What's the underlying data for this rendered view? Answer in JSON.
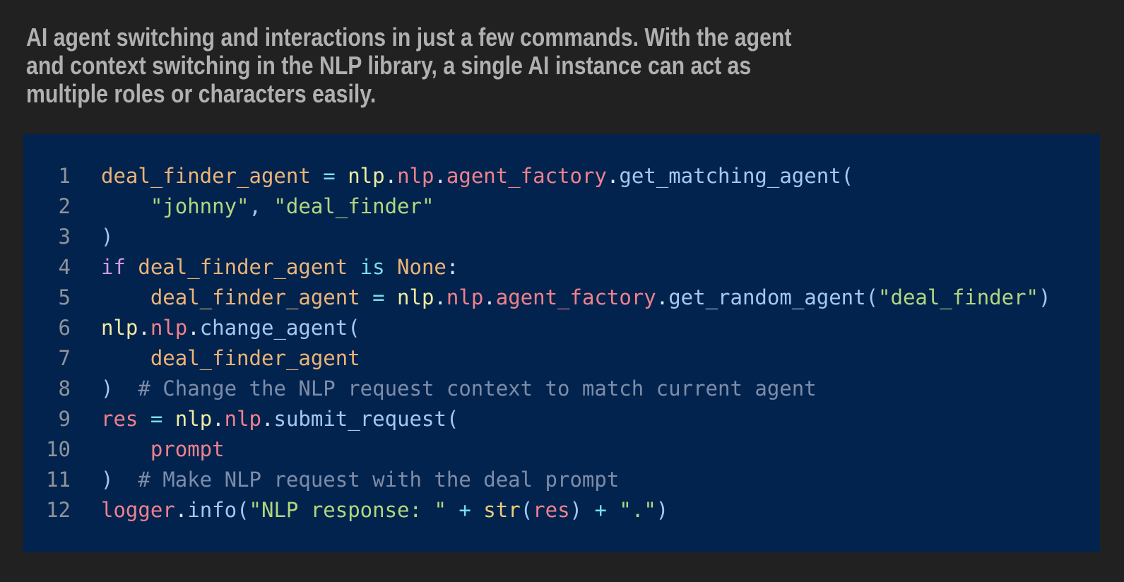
{
  "caption": {
    "color": "#b0b0b0",
    "lines": [
      "AI agent switching and interactions in just a few commands. With the agent",
      "and context switching in the NLP library, a single AI instance can act as",
      "multiple roles or characters easily."
    ]
  },
  "code_block": {
    "language": "python",
    "background": "#02234e",
    "line_number_color": "#8f9499",
    "token_colors": {
      "var": "#ecb477",
      "module": "#efeb9f",
      "attr": "#f0818c",
      "func": "#a3c9f1",
      "paren": "#a3c9f1",
      "op": "#79dfe9",
      "kw": "#d19ae6",
      "str": "#b1d77f",
      "comment": "#7d8ca8",
      "punct": "#dfe6ee",
      "builtin": "#e9cf7a",
      "plain": "#dfe6ee"
    },
    "lines": [
      {
        "number": "1",
        "tokens": [
          {
            "c": "var",
            "t": "deal_finder_agent"
          },
          {
            "c": "op",
            "t": " = "
          },
          {
            "c": "module",
            "t": "nlp"
          },
          {
            "c": "punct",
            "t": "."
          },
          {
            "c": "attr",
            "t": "nlp"
          },
          {
            "c": "punct",
            "t": "."
          },
          {
            "c": "attr",
            "t": "agent_factory"
          },
          {
            "c": "punct",
            "t": "."
          },
          {
            "c": "func",
            "t": "get_matching_agent"
          },
          {
            "c": "paren",
            "t": "("
          }
        ]
      },
      {
        "number": "2",
        "tokens": [
          {
            "c": "plain",
            "t": "    "
          },
          {
            "c": "str",
            "t": "\"johnny\""
          },
          {
            "c": "paren",
            "t": ", "
          },
          {
            "c": "str",
            "t": "\"deal_finder\""
          }
        ]
      },
      {
        "number": "3",
        "tokens": [
          {
            "c": "paren",
            "t": ")"
          }
        ]
      },
      {
        "number": "4",
        "tokens": [
          {
            "c": "kw",
            "t": "if"
          },
          {
            "c": "plain",
            "t": " "
          },
          {
            "c": "var",
            "t": "deal_finder_agent"
          },
          {
            "c": "op",
            "t": " is "
          },
          {
            "c": "var",
            "t": "None"
          },
          {
            "c": "punct",
            "t": ":"
          }
        ]
      },
      {
        "number": "5",
        "tokens": [
          {
            "c": "plain",
            "t": "    "
          },
          {
            "c": "var",
            "t": "deal_finder_agent"
          },
          {
            "c": "op",
            "t": " = "
          },
          {
            "c": "module",
            "t": "nlp"
          },
          {
            "c": "punct",
            "t": "."
          },
          {
            "c": "attr",
            "t": "nlp"
          },
          {
            "c": "punct",
            "t": "."
          },
          {
            "c": "attr",
            "t": "agent_factory"
          },
          {
            "c": "punct",
            "t": "."
          },
          {
            "c": "func",
            "t": "get_random_agent"
          },
          {
            "c": "paren",
            "t": "("
          },
          {
            "c": "str",
            "t": "\"deal_finder\""
          },
          {
            "c": "paren",
            "t": ")"
          }
        ]
      },
      {
        "number": "6",
        "tokens": [
          {
            "c": "module",
            "t": "nlp"
          },
          {
            "c": "punct",
            "t": "."
          },
          {
            "c": "attr",
            "t": "nlp"
          },
          {
            "c": "punct",
            "t": "."
          },
          {
            "c": "func",
            "t": "change_agent"
          },
          {
            "c": "paren",
            "t": "("
          }
        ]
      },
      {
        "number": "7",
        "tokens": [
          {
            "c": "plain",
            "t": "    "
          },
          {
            "c": "var",
            "t": "deal_finder_agent"
          }
        ]
      },
      {
        "number": "8",
        "tokens": [
          {
            "c": "paren",
            "t": ")"
          },
          {
            "c": "comment",
            "t": "  # Change the NLP request context to match current agent"
          }
        ]
      },
      {
        "number": "9",
        "tokens": [
          {
            "c": "attr",
            "t": "res"
          },
          {
            "c": "op",
            "t": " = "
          },
          {
            "c": "module",
            "t": "nlp"
          },
          {
            "c": "punct",
            "t": "."
          },
          {
            "c": "attr",
            "t": "nlp"
          },
          {
            "c": "punct",
            "t": "."
          },
          {
            "c": "func",
            "t": "submit_request"
          },
          {
            "c": "paren",
            "t": "("
          }
        ]
      },
      {
        "number": "10",
        "tokens": [
          {
            "c": "plain",
            "t": "    "
          },
          {
            "c": "attr",
            "t": "prompt"
          }
        ]
      },
      {
        "number": "11",
        "tokens": [
          {
            "c": "paren",
            "t": ")"
          },
          {
            "c": "comment",
            "t": "  # Make NLP request with the deal prompt"
          }
        ]
      },
      {
        "number": "12",
        "tokens": [
          {
            "c": "attr",
            "t": "logger"
          },
          {
            "c": "punct",
            "t": "."
          },
          {
            "c": "func",
            "t": "info"
          },
          {
            "c": "paren",
            "t": "("
          },
          {
            "c": "str",
            "t": "\"NLP response: \""
          },
          {
            "c": "op",
            "t": " + "
          },
          {
            "c": "builtin",
            "t": "str"
          },
          {
            "c": "paren",
            "t": "("
          },
          {
            "c": "attr",
            "t": "res"
          },
          {
            "c": "paren",
            "t": ")"
          },
          {
            "c": "op",
            "t": " + "
          },
          {
            "c": "str",
            "t": "\".\""
          },
          {
            "c": "paren",
            "t": ")"
          }
        ]
      }
    ]
  }
}
